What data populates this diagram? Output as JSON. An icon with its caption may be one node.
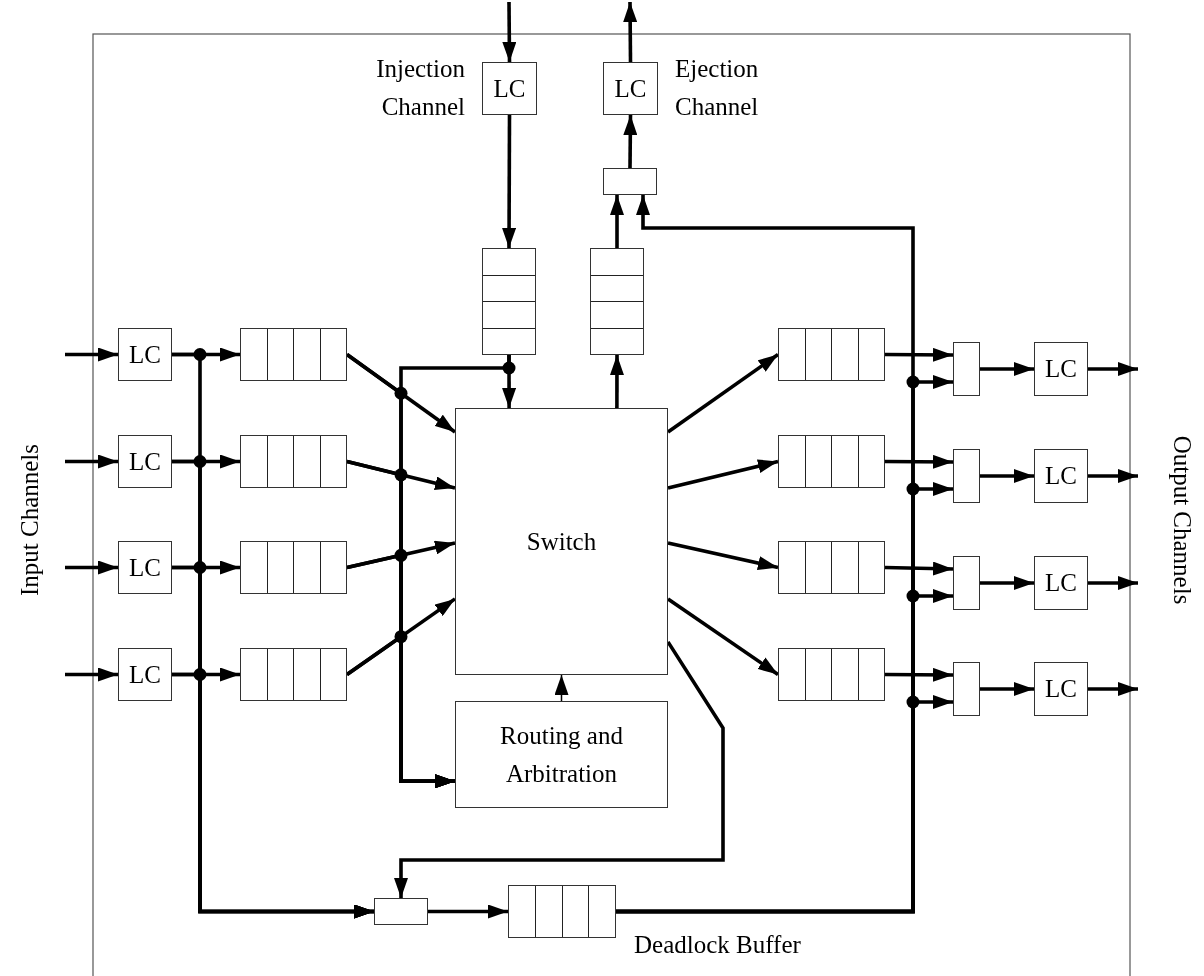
{
  "diagram": {
    "nodes": [
      {
        "text": [
          "LC"
        ],
        "beside": [
          "Injection Channel"
        ]
      },
      {
        "text": [
          "LC"
        ],
        "beside": [
          "Ejection Channel"
        ]
      },
      {
        "text": [],
        "shape": "box"
      },
      {
        "text": [],
        "shape": "queue"
      },
      {
        "text": [],
        "shape": "queue"
      },
      {
        "text": [
          "LC"
        ]
      },
      {
        "text": [
          "LC"
        ]
      },
      {
        "text": [
          "LC"
        ]
      },
      {
        "text": [
          "LC"
        ]
      },
      {
        "text": [],
        "shape": "queue"
      },
      {
        "text": [],
        "shape": "queue"
      },
      {
        "text": [],
        "shape": "queue"
      },
      {
        "text": [],
        "shape": "queue"
      },
      {
        "text": [
          "Switch"
        ]
      },
      {
        "text": [
          "Routing and Arbitration"
        ]
      },
      {
        "text": [],
        "shape": "queue"
      },
      {
        "text": [],
        "shape": "queue"
      },
      {
        "text": [],
        "shape": "queue"
      },
      {
        "text": [],
        "shape": "queue"
      },
      {
        "text": [],
        "shape": "box"
      },
      {
        "text": [],
        "shape": "box"
      },
      {
        "text": [],
        "shape": "box"
      },
      {
        "text": [],
        "shape": "box"
      },
      {
        "text": [
          "LC"
        ]
      },
      {
        "text": [
          "LC"
        ]
      },
      {
        "text": [
          "LC"
        ]
      },
      {
        "text": [
          "LC"
        ]
      },
      {
        "text": [],
        "shape": "box"
      },
      {
        "text": [],
        "shape": "queue",
        "beside": [
          "Deadlock Buffer"
        ]
      }
    ],
    "edges": [
      {
        "from": null,
        "to": 0,
        "arrow": "to"
      },
      {
        "from": 1,
        "to": null,
        "arrow": "to"
      },
      {
        "from": 0,
        "to": 3,
        "arrow": "to"
      },
      {
        "from": 2,
        "to": 1,
        "arrow": "to"
      },
      {
        "from": 4,
        "to": 2,
        "arrow": "to"
      },
      {
        "from": 3,
        "to": 13,
        "arrow": "to"
      },
      {
        "from": 13,
        "to": 4,
        "arrow": "to"
      },
      {
        "from": null,
        "to": 5,
        "arrow": "to"
      },
      {
        "from": null,
        "to": 6,
        "arrow": "to"
      },
      {
        "from": null,
        "to": 7,
        "arrow": "to"
      },
      {
        "from": null,
        "to": 8,
        "arrow": "to"
      },
      {
        "from": 5,
        "to": 9,
        "arrow": "to"
      },
      {
        "from": 6,
        "to": 10,
        "arrow": "to"
      },
      {
        "from": 7,
        "to": 11,
        "arrow": "to"
      },
      {
        "from": 8,
        "to": 12,
        "arrow": "to"
      },
      {
        "from": 9,
        "to": 13,
        "arrow": "to"
      },
      {
        "from": 10,
        "to": 13,
        "arrow": "to"
      },
      {
        "from": 11,
        "to": 13,
        "arrow": "to"
      },
      {
        "from": 12,
        "to": 13,
        "arrow": "to"
      },
      {
        "from": 13,
        "to": 15,
        "arrow": "to"
      },
      {
        "from": 13,
        "to": 16,
        "arrow": "to"
      },
      {
        "from": 13,
        "to": 17,
        "arrow": "to"
      },
      {
        "from": 13,
        "to": 18,
        "arrow": "to"
      },
      {
        "from": 15,
        "to": 19,
        "arrow": "to"
      },
      {
        "from": 16,
        "to": 20,
        "arrow": "to"
      },
      {
        "from": 17,
        "to": 21,
        "arrow": "to"
      },
      {
        "from": 18,
        "to": 22,
        "arrow": "to"
      },
      {
        "from": 19,
        "to": 23,
        "arrow": "to"
      },
      {
        "from": 20,
        "to": 24,
        "arrow": "to"
      },
      {
        "from": 21,
        "to": 25,
        "arrow": "to"
      },
      {
        "from": 22,
        "to": 26,
        "arrow": "to"
      },
      {
        "from": 23,
        "to": null,
        "arrow": "to"
      },
      {
        "from": 24,
        "to": null,
        "arrow": "to"
      },
      {
        "from": 25,
        "to": null,
        "arrow": "to"
      },
      {
        "from": 26,
        "to": null,
        "arrow": "to"
      },
      {
        "from": 5,
        "to": 27,
        "arrow": "to"
      },
      {
        "from": 6,
        "to": 27,
        "arrow": "to"
      },
      {
        "from": 7,
        "to": 27,
        "arrow": "to"
      },
      {
        "from": 8,
        "to": 27,
        "arrow": "to"
      },
      {
        "from": 3,
        "to": 14,
        "arrow": "to"
      },
      {
        "from": 9,
        "to": 14,
        "arrow": "to"
      },
      {
        "from": 10,
        "to": 14,
        "arrow": "to"
      },
      {
        "from": 11,
        "to": 14,
        "arrow": "to"
      },
      {
        "from": 12,
        "to": 14,
        "arrow": "to"
      },
      {
        "from": 14,
        "to": 13,
        "arrow": "to"
      },
      {
        "from": 13,
        "to": 27,
        "arrow": "to"
      },
      {
        "from": 27,
        "to": 28,
        "arrow": "to"
      },
      {
        "from": 28,
        "to": 2,
        "arrow": "to"
      },
      {
        "from": 28,
        "to": 19,
        "arrow": "to"
      },
      {
        "from": 28,
        "to": 20,
        "arrow": "to"
      },
      {
        "from": 28,
        "to": 21,
        "arrow": "to"
      },
      {
        "from": 28,
        "to": 22,
        "arrow": "to"
      }
    ],
    "labels": [
      "Input Channels",
      "Output Channels"
    ]
  }
}
